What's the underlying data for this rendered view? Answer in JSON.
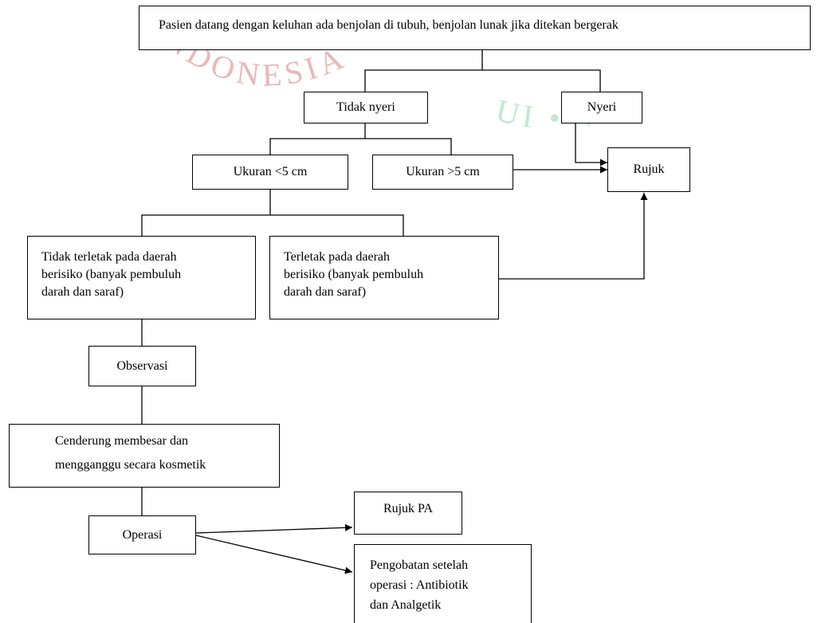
{
  "watermark": {
    "left_text": "INDONESIA",
    "right_text": "UI • VE",
    "left_color": "#e8b8b8",
    "right_color": "#bfe8cf"
  },
  "flowchart": {
    "start": "Pasien datang dengan keluhan ada benjolan di tubuh, benjolan lunak jika ditekan bergerak",
    "tidak_nyeri": "Tidak nyeri",
    "nyeri": "Nyeri",
    "ukuran_kecil": "Ukuran <5 cm",
    "ukuran_besar": "Ukuran >5 cm",
    "rujuk": "Rujuk",
    "tidak_berisiko": [
      "Tidak terletak pada daerah",
      "berisiko (banyak pembuluh",
      "darah dan saraf)"
    ],
    "berisiko": [
      "Terletak pada daerah",
      "berisiko (banyak pembuluh",
      "darah dan saraf)"
    ],
    "observasi": "Observasi",
    "cenderung": [
      "Cenderung  membesar dan",
      "mengganggu secara kosmetik"
    ],
    "operasi": "Operasi",
    "rujuk_pa": "Rujuk PA",
    "pengobatan": [
      "Pengobatan setelah",
      "operasi : Antibiotik",
      "dan Analgetik"
    ]
  }
}
